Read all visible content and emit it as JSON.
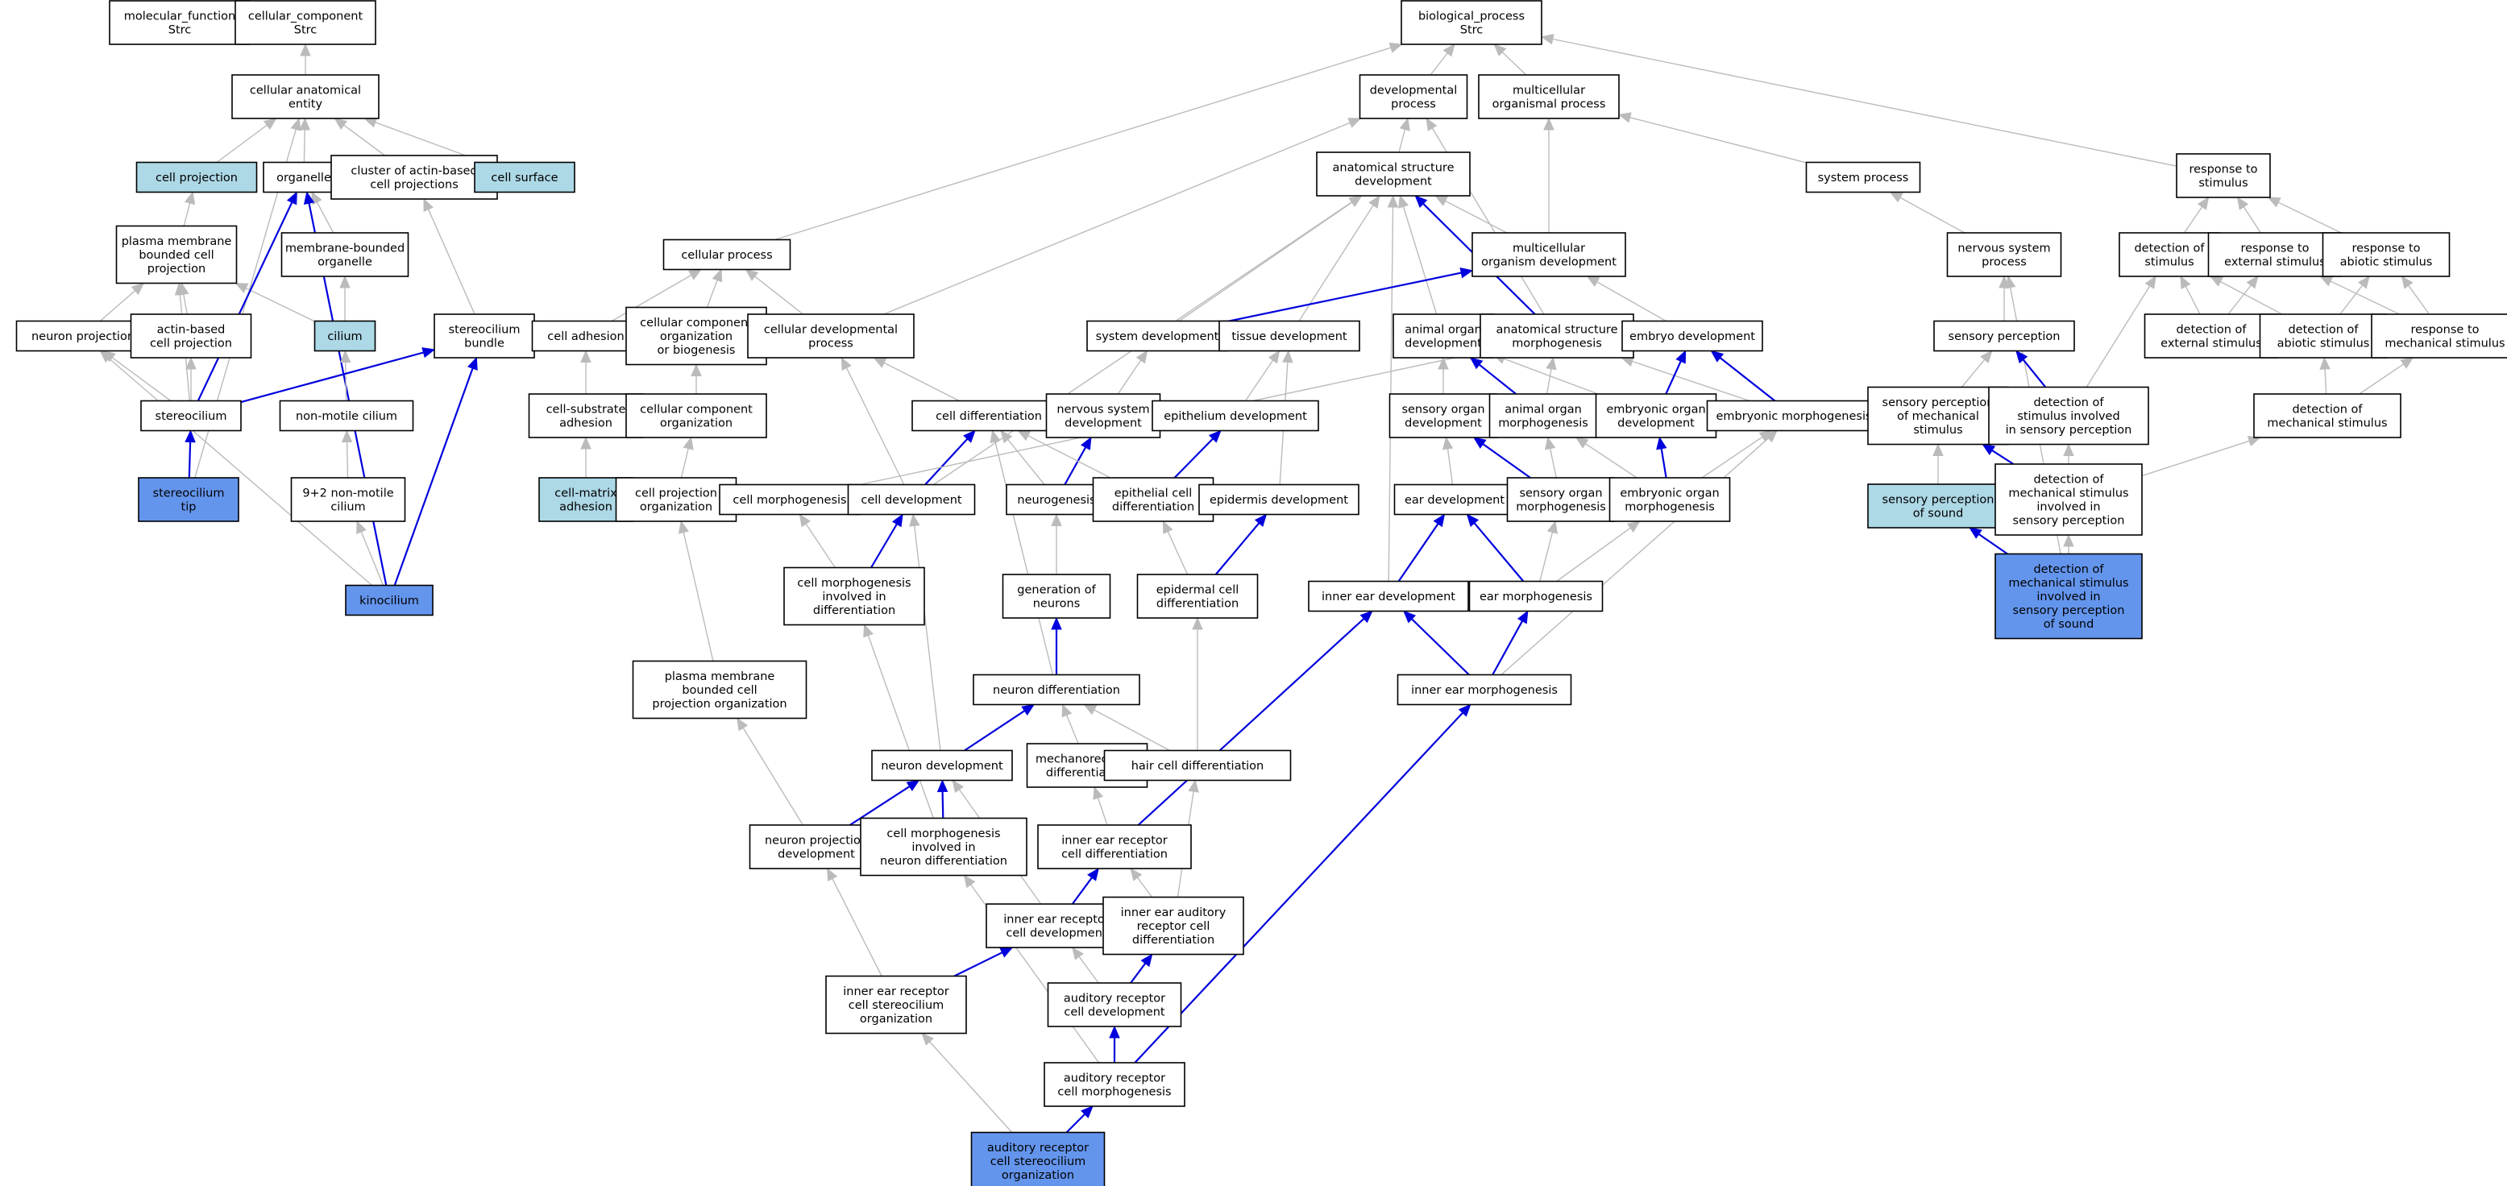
{
  "colors": {
    "is_a": "#bbbbbb",
    "part_of": "#0000dd",
    "fill_default": "#ffffff",
    "fill_light": "#add8e6",
    "fill_dark": "#6495ed"
  },
  "nodes": [
    {
      "id": "mf",
      "lines": [
        "molecular_function",
        "Strc"
      ],
      "fill": "default"
    },
    {
      "id": "cc",
      "lines": [
        "cellular_component",
        "Strc"
      ],
      "fill": "default"
    },
    {
      "id": "bp",
      "lines": [
        "biological_process",
        "Strc"
      ],
      "fill": "default"
    },
    {
      "id": "cae",
      "lines": [
        "cellular anatomical",
        "entity"
      ],
      "fill": "default"
    },
    {
      "id": "dev",
      "lines": [
        "developmental",
        "process"
      ],
      "fill": "default"
    },
    {
      "id": "mop",
      "lines": [
        "multicellular",
        "organismal process"
      ],
      "fill": "default"
    },
    {
      "id": "cp",
      "lines": [
        "cell projection"
      ],
      "fill": "light"
    },
    {
      "id": "org",
      "lines": [
        "organelle"
      ],
      "fill": "default"
    },
    {
      "id": "cabp",
      "lines": [
        "cluster of actin-based",
        "cell projections"
      ],
      "fill": "default"
    },
    {
      "id": "cs",
      "lines": [
        "cell surface"
      ],
      "fill": "light"
    },
    {
      "id": "asd",
      "lines": [
        "anatomical structure",
        "development"
      ],
      "fill": "default"
    },
    {
      "id": "sp",
      "lines": [
        "system process"
      ],
      "fill": "default"
    },
    {
      "id": "rts",
      "lines": [
        "response to",
        "stimulus"
      ],
      "fill": "default"
    },
    {
      "id": "pmbcp",
      "lines": [
        "plasma membrane",
        "bounded cell",
        "projection"
      ],
      "fill": "default"
    },
    {
      "id": "mbo",
      "lines": [
        "membrane-bounded",
        "organelle"
      ],
      "fill": "default"
    },
    {
      "id": "cpr",
      "lines": [
        "cellular process"
      ],
      "fill": "default"
    },
    {
      "id": "nsp",
      "lines": [
        "nervous system",
        "process"
      ],
      "fill": "default"
    },
    {
      "id": "mod",
      "lines": [
        "multicellular",
        "organism development"
      ],
      "fill": "default"
    },
    {
      "id": "dos",
      "lines": [
        "detection of",
        "stimulus"
      ],
      "fill": "default"
    },
    {
      "id": "rtes",
      "lines": [
        "response to",
        "external stimulus"
      ],
      "fill": "default"
    },
    {
      "id": "rtas",
      "lines": [
        "response to",
        "abiotic stimulus"
      ],
      "fill": "default"
    },
    {
      "id": "np",
      "lines": [
        "neuron projection"
      ],
      "fill": "default"
    },
    {
      "id": "abcp",
      "lines": [
        "actin-based",
        "cell projection"
      ],
      "fill": "default"
    },
    {
      "id": "cil",
      "lines": [
        "cilium"
      ],
      "fill": "light"
    },
    {
      "id": "scb",
      "lines": [
        "stereocilium",
        "bundle"
      ],
      "fill": "default"
    },
    {
      "id": "cad",
      "lines": [
        "cell adhesion"
      ],
      "fill": "default"
    },
    {
      "id": "ccob",
      "lines": [
        "cellular component",
        "organization",
        "or biogenesis"
      ],
      "fill": "default"
    },
    {
      "id": "cdp",
      "lines": [
        "cellular developmental",
        "process"
      ],
      "fill": "default"
    },
    {
      "id": "sd",
      "lines": [
        "system development"
      ],
      "fill": "default"
    },
    {
      "id": "td",
      "lines": [
        "tissue development"
      ],
      "fill": "default"
    },
    {
      "id": "aod",
      "lines": [
        "animal organ",
        "development"
      ],
      "fill": "default"
    },
    {
      "id": "asm",
      "lines": [
        "anatomical structure",
        "morphogenesis"
      ],
      "fill": "default"
    },
    {
      "id": "ed",
      "lines": [
        "embryo development"
      ],
      "fill": "default"
    },
    {
      "id": "spe",
      "lines": [
        "sensory perception"
      ],
      "fill": "default"
    },
    {
      "id": "does",
      "lines": [
        "detection of",
        "external stimulus"
      ],
      "fill": "default"
    },
    {
      "id": "doas",
      "lines": [
        "detection of",
        "abiotic stimulus"
      ],
      "fill": "default"
    },
    {
      "id": "rtms",
      "lines": [
        "response to",
        "mechanical stimulus"
      ],
      "fill": "default"
    },
    {
      "id": "sc",
      "lines": [
        "stereocilium"
      ],
      "fill": "default"
    },
    {
      "id": "nmc",
      "lines": [
        "non-motile cilium"
      ],
      "fill": "default"
    },
    {
      "id": "csa",
      "lines": [
        "cell-substrate",
        "adhesion"
      ],
      "fill": "default"
    },
    {
      "id": "cco",
      "lines": [
        "cellular component",
        "organization"
      ],
      "fill": "default"
    },
    {
      "id": "cdi",
      "lines": [
        "cell differentiation"
      ],
      "fill": "default"
    },
    {
      "id": "nsd",
      "lines": [
        "nervous system",
        "development"
      ],
      "fill": "default"
    },
    {
      "id": "epd",
      "lines": [
        "epithelium development"
      ],
      "fill": "default"
    },
    {
      "id": "sod",
      "lines": [
        "sensory organ",
        "development"
      ],
      "fill": "default"
    },
    {
      "id": "aom",
      "lines": [
        "animal organ",
        "morphogenesis"
      ],
      "fill": "default"
    },
    {
      "id": "eod",
      "lines": [
        "embryonic organ",
        "development"
      ],
      "fill": "default"
    },
    {
      "id": "em",
      "lines": [
        "embryonic morphogenesis"
      ],
      "fill": "default"
    },
    {
      "id": "spms",
      "lines": [
        "sensory perception",
        "of mechanical",
        "stimulus"
      ],
      "fill": "default"
    },
    {
      "id": "dosisp",
      "lines": [
        "detection of",
        "stimulus involved",
        "in sensory perception"
      ],
      "fill": "default"
    },
    {
      "id": "doms",
      "lines": [
        "detection of",
        "mechanical stimulus"
      ],
      "fill": "default"
    },
    {
      "id": "sct",
      "lines": [
        "stereocilium",
        "tip"
      ],
      "fill": "dark"
    },
    {
      "id": "n2c",
      "lines": [
        "9+2 non-motile",
        "cilium"
      ],
      "fill": "default"
    },
    {
      "id": "cma",
      "lines": [
        "cell-matrix",
        "adhesion"
      ],
      "fill": "light"
    },
    {
      "id": "cpo",
      "lines": [
        "cell projection",
        "organization"
      ],
      "fill": "default"
    },
    {
      "id": "cm",
      "lines": [
        "cell morphogenesis"
      ],
      "fill": "default"
    },
    {
      "id": "cde",
      "lines": [
        "cell development"
      ],
      "fill": "default"
    },
    {
      "id": "ng",
      "lines": [
        "neurogenesis"
      ],
      "fill": "default"
    },
    {
      "id": "ecd",
      "lines": [
        "epithelial cell",
        "differentiation"
      ],
      "fill": "default"
    },
    {
      "id": "epid",
      "lines": [
        "epidermis development"
      ],
      "fill": "default"
    },
    {
      "id": "ede",
      "lines": [
        "ear development"
      ],
      "fill": "default"
    },
    {
      "id": "som",
      "lines": [
        "sensory organ",
        "morphogenesis"
      ],
      "fill": "default"
    },
    {
      "id": "eom",
      "lines": [
        "embryonic organ",
        "morphogenesis"
      ],
      "fill": "default"
    },
    {
      "id": "sps",
      "lines": [
        "sensory perception",
        "of sound"
      ],
      "fill": "light"
    },
    {
      "id": "dmsisp",
      "lines": [
        "detection of",
        "mechanical stimulus",
        "involved in",
        "sensory perception"
      ],
      "fill": "default"
    },
    {
      "id": "kin",
      "lines": [
        "kinocilium"
      ],
      "fill": "dark"
    },
    {
      "id": "cmid",
      "lines": [
        "cell morphogenesis",
        "involved in",
        "differentiation"
      ],
      "fill": "default"
    },
    {
      "id": "gon",
      "lines": [
        "generation of",
        "neurons"
      ],
      "fill": "default"
    },
    {
      "id": "edcd",
      "lines": [
        "epidermal cell",
        "differentiation"
      ],
      "fill": "default"
    },
    {
      "id": "ied",
      "lines": [
        "inner ear development"
      ],
      "fill": "default"
    },
    {
      "id": "emo",
      "lines": [
        "ear morphogenesis"
      ],
      "fill": "default"
    },
    {
      "id": "dmsisps",
      "lines": [
        "detection of",
        "mechanical stimulus",
        "involved in",
        "sensory perception",
        "of sound"
      ],
      "fill": "dark"
    },
    {
      "id": "pmbcpo",
      "lines": [
        "plasma membrane",
        "bounded cell",
        "projection organization"
      ],
      "fill": "default"
    },
    {
      "id": "nd",
      "lines": [
        "neuron differentiation"
      ],
      "fill": "default"
    },
    {
      "id": "iem",
      "lines": [
        "inner ear morphogenesis"
      ],
      "fill": "default"
    },
    {
      "id": "nde",
      "lines": [
        "neuron development"
      ],
      "fill": "default"
    },
    {
      "id": "mrd",
      "lines": [
        "mechanoreceptor",
        "differentiation"
      ],
      "fill": "default"
    },
    {
      "id": "hcd",
      "lines": [
        "hair cell differentiation"
      ],
      "fill": "default"
    },
    {
      "id": "npd",
      "lines": [
        "neuron projection",
        "development"
      ],
      "fill": "default"
    },
    {
      "id": "cmind",
      "lines": [
        "cell morphogenesis",
        "involved in",
        "neuron differentiation"
      ],
      "fill": "default"
    },
    {
      "id": "iercd",
      "lines": [
        "inner ear receptor",
        "cell differentiation"
      ],
      "fill": "default"
    },
    {
      "id": "iercdev",
      "lines": [
        "inner ear receptor",
        "cell development"
      ],
      "fill": "default"
    },
    {
      "id": "iearcd",
      "lines": [
        "inner ear auditory",
        "receptor cell",
        "differentiation"
      ],
      "fill": "default"
    },
    {
      "id": "iercso",
      "lines": [
        "inner ear receptor",
        "cell stereocilium",
        "organization"
      ],
      "fill": "default"
    },
    {
      "id": "arcd",
      "lines": [
        "auditory receptor",
        "cell development"
      ],
      "fill": "default"
    },
    {
      "id": "arcm",
      "lines": [
        "auditory receptor",
        "cell morphogenesis"
      ],
      "fill": "default"
    },
    {
      "id": "arcso",
      "lines": [
        "auditory receptor",
        "cell stereocilium",
        "organization"
      ],
      "fill": "dark"
    }
  ],
  "edges": [
    [
      "cc",
      "cae",
      "is_a"
    ],
    [
      "cae",
      "cp",
      "is_a"
    ],
    [
      "cae",
      "org",
      "is_a"
    ],
    [
      "cae",
      "cabp",
      "is_a"
    ],
    [
      "cae",
      "cs",
      "is_a"
    ],
    [
      "cae",
      "sct",
      "is_a"
    ],
    [
      "cp",
      "pmbcp",
      "is_a"
    ],
    [
      "pmbcp",
      "np",
      "is_a"
    ],
    [
      "pmbcp",
      "abcp",
      "is_a"
    ],
    [
      "pmbcp",
      "cil",
      "is_a"
    ],
    [
      "pmbcp",
      "sc",
      "is_a"
    ],
    [
      "org",
      "mbo",
      "is_a"
    ],
    [
      "org",
      "sc",
      "part_of"
    ],
    [
      "org",
      "kin",
      "part_of"
    ],
    [
      "mbo",
      "cil",
      "is_a"
    ],
    [
      "cabp",
      "scb",
      "is_a"
    ],
    [
      "np",
      "sc",
      "is_a"
    ],
    [
      "np",
      "kin",
      "is_a"
    ],
    [
      "abcp",
      "sc",
      "is_a"
    ],
    [
      "cil",
      "nmc",
      "is_a"
    ],
    [
      "nmc",
      "n2c",
      "is_a"
    ],
    [
      "n2c",
      "kin",
      "is_a"
    ],
    [
      "scb",
      "sc",
      "part_of"
    ],
    [
      "scb",
      "kin",
      "part_of"
    ],
    [
      "sc",
      "sct",
      "part_of"
    ],
    [
      "bp",
      "dev",
      "is_a"
    ],
    [
      "bp",
      "mop",
      "is_a"
    ],
    [
      "bp",
      "cpr",
      "is_a"
    ],
    [
      "bp",
      "rts",
      "is_a"
    ],
    [
      "dev",
      "asd",
      "is_a"
    ],
    [
      "dev",
      "cdp",
      "is_a"
    ],
    [
      "dev",
      "asm",
      "is_a"
    ],
    [
      "mop",
      "mod",
      "is_a"
    ],
    [
      "mop",
      "sp",
      "is_a"
    ],
    [
      "asd",
      "mod",
      "is_a"
    ],
    [
      "asd",
      "sd",
      "is_a"
    ],
    [
      "asd",
      "td",
      "is_a"
    ],
    [
      "asd",
      "aod",
      "is_a"
    ],
    [
      "asd",
      "asm",
      "part_of"
    ],
    [
      "asd",
      "cde",
      "is_a"
    ],
    [
      "asd",
      "ied",
      "is_a"
    ],
    [
      "mod",
      "sd",
      "part_of"
    ],
    [
      "mod",
      "ed",
      "is_a"
    ],
    [
      "cpr",
      "cad",
      "is_a"
    ],
    [
      "cpr",
      "ccob",
      "is_a"
    ],
    [
      "cpr",
      "cdp",
      "is_a"
    ],
    [
      "cad",
      "csa",
      "is_a"
    ],
    [
      "csa",
      "cma",
      "is_a"
    ],
    [
      "ccob",
      "cco",
      "is_a"
    ],
    [
      "cco",
      "cpo",
      "is_a"
    ],
    [
      "cpo",
      "pmbcpo",
      "is_a"
    ],
    [
      "cdp",
      "cdi",
      "is_a"
    ],
    [
      "cdp",
      "cde",
      "is_a"
    ],
    [
      "sd",
      "nsd",
      "is_a"
    ],
    [
      "td",
      "epd",
      "is_a"
    ],
    [
      "td",
      "epid",
      "is_a"
    ],
    [
      "nsd",
      "ng",
      "part_of"
    ],
    [
      "epd",
      "ecd",
      "part_of"
    ],
    [
      "cdi",
      "cde",
      "part_of"
    ],
    [
      "cdi",
      "ng",
      "is_a"
    ],
    [
      "cdi",
      "ecd",
      "is_a"
    ],
    [
      "cdi",
      "nd",
      "is_a"
    ],
    [
      "cde",
      "cmid",
      "part_of"
    ],
    [
      "cde",
      "nde",
      "is_a"
    ],
    [
      "cm",
      "cmid",
      "is_a"
    ],
    [
      "asm",
      "cm",
      "is_a"
    ],
    [
      "ng",
      "gon",
      "is_a"
    ],
    [
      "gon",
      "nd",
      "part_of"
    ],
    [
      "ecd",
      "edcd",
      "is_a"
    ],
    [
      "epid",
      "edcd",
      "part_of"
    ],
    [
      "edcd",
      "hcd",
      "is_a"
    ],
    [
      "aod",
      "sod",
      "is_a"
    ],
    [
      "aod",
      "aom",
      "part_of"
    ],
    [
      "asm",
      "aom",
      "is_a"
    ],
    [
      "asm",
      "em",
      "is_a"
    ],
    [
      "ed",
      "eod",
      "part_of"
    ],
    [
      "ed",
      "em",
      "part_of"
    ],
    [
      "aod",
      "eod",
      "is_a"
    ],
    [
      "aom",
      "eom",
      "is_a"
    ],
    [
      "eod",
      "eom",
      "part_of"
    ],
    [
      "em",
      "eom",
      "is_a"
    ],
    [
      "em",
      "iem",
      "is_a"
    ],
    [
      "sod",
      "ede",
      "is_a"
    ],
    [
      "sod",
      "som",
      "part_of"
    ],
    [
      "aom",
      "som",
      "is_a"
    ],
    [
      "som",
      "emo",
      "is_a"
    ],
    [
      "ede",
      "ied",
      "part_of"
    ],
    [
      "ede",
      "emo",
      "part_of"
    ],
    [
      "eom",
      "emo",
      "is_a"
    ],
    [
      "ied",
      "iem",
      "part_of"
    ],
    [
      "emo",
      "iem",
      "part_of"
    ],
    [
      "ied",
      "iercd",
      "part_of"
    ],
    [
      "iem",
      "arcm",
      "part_of"
    ],
    [
      "nd",
      "nde",
      "part_of"
    ],
    [
      "nd",
      "mrd",
      "is_a"
    ],
    [
      "nd",
      "hcd",
      "is_a"
    ],
    [
      "mrd",
      "iercd",
      "is_a"
    ],
    [
      "hcd",
      "iearcd",
      "is_a"
    ],
    [
      "iercd",
      "iercdev",
      "part_of"
    ],
    [
      "iercd",
      "iearcd",
      "is_a"
    ],
    [
      "nde",
      "npd",
      "part_of"
    ],
    [
      "nde",
      "cmind",
      "part_of"
    ],
    [
      "nde",
      "iercdev",
      "is_a"
    ],
    [
      "cmid",
      "cmind",
      "is_a"
    ],
    [
      "pmbcpo",
      "npd",
      "is_a"
    ],
    [
      "npd",
      "iercso",
      "is_a"
    ],
    [
      "iercdev",
      "iercso",
      "part_of"
    ],
    [
      "iercdev",
      "arcd",
      "is_a"
    ],
    [
      "iearcd",
      "arcd",
      "part_of"
    ],
    [
      "arcd",
      "arcm",
      "part_of"
    ],
    [
      "cmind",
      "arcm",
      "is_a"
    ],
    [
      "iercso",
      "arcso",
      "is_a"
    ],
    [
      "arcm",
      "arcso",
      "part_of"
    ],
    [
      "rts",
      "dos",
      "is_a"
    ],
    [
      "rts",
      "rtes",
      "is_a"
    ],
    [
      "rts",
      "rtas",
      "is_a"
    ],
    [
      "sp",
      "nsp",
      "is_a"
    ],
    [
      "nsp",
      "spe",
      "is_a"
    ],
    [
      "nsp",
      "dmsisps",
      "is_a"
    ],
    [
      "spe",
      "spms",
      "is_a"
    ],
    [
      "spe",
      "dosisp",
      "part_of"
    ],
    [
      "dos",
      "doas",
      "is_a"
    ],
    [
      "dos",
      "does",
      "is_a"
    ],
    [
      "dos",
      "dosisp",
      "is_a"
    ],
    [
      "rtes",
      "does",
      "is_a"
    ],
    [
      "rtes",
      "rtms",
      "is_a"
    ],
    [
      "rtas",
      "doas",
      "is_a"
    ],
    [
      "rtas",
      "rtms",
      "is_a"
    ],
    [
      "doas",
      "doms",
      "is_a"
    ],
    [
      "rtms",
      "doms",
      "is_a"
    ],
    [
      "spms",
      "sps",
      "is_a"
    ],
    [
      "spms",
      "dmsisp",
      "part_of"
    ],
    [
      "dosisp",
      "dmsisp",
      "is_a"
    ],
    [
      "doms",
      "dmsisp",
      "is_a"
    ],
    [
      "sps",
      "dmsisps",
      "part_of"
    ],
    [
      "dmsisp",
      "dmsisps",
      "is_a"
    ]
  ]
}
